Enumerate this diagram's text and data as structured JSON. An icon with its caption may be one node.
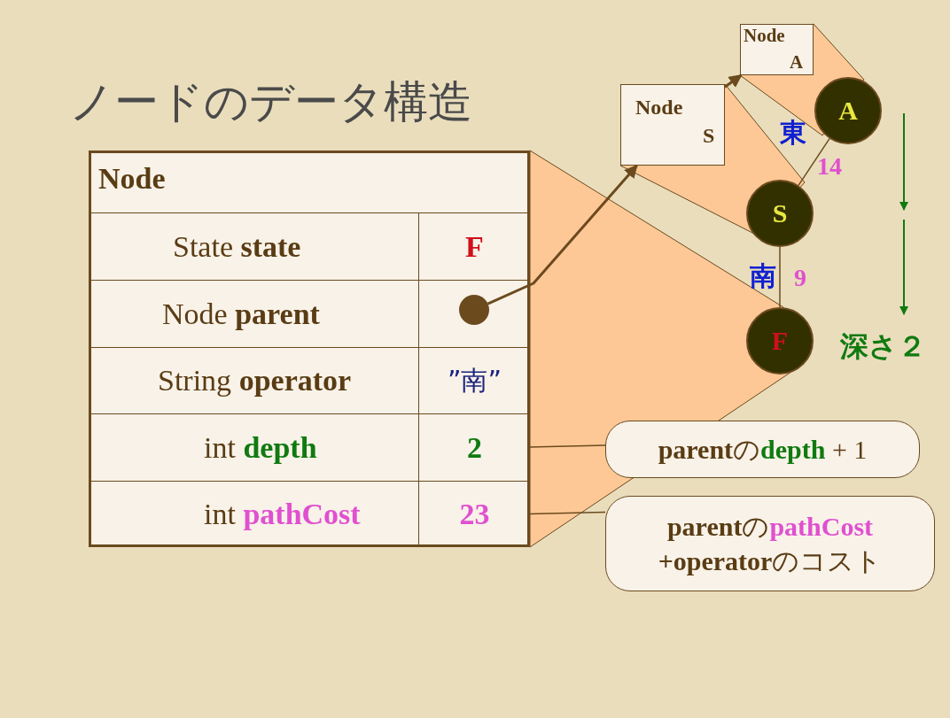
{
  "diagram": {
    "title": "ノードのデータ構造",
    "nodes": [
      {
        "text": [
          "Node"
        ]
      },
      {
        "text": [
          "State **state**"
        ],
        "in": 0
      },
      {
        "text": [
          "F"
        ],
        "in": 0
      },
      {
        "text": [
          "Node **parent**"
        ],
        "in": 0
      },
      {
        "text": [],
        "shape": "box",
        "in": 0
      },
      {
        "text": [],
        "shape": "circle",
        "in": 4
      },
      {
        "text": [
          "String **operator**"
        ],
        "in": 0
      },
      {
        "text": [
          "”南”"
        ],
        "in": 0
      },
      {
        "text": [
          "int **depth**"
        ],
        "in": 0
      },
      {
        "text": [
          "2"
        ],
        "in": 0
      },
      {
        "text": [
          "int **pathCost**"
        ],
        "in": 0
      },
      {
        "text": [
          "23"
        ],
        "in": 0
      },
      {
        "text": [
          "Node",
          "S"
        ]
      },
      {
        "text": [
          "Node",
          "A"
        ]
      },
      {
        "text": [
          "A"
        ]
      },
      {
        "text": [
          "S"
        ]
      },
      {
        "text": [
          "F"
        ]
      },
      {
        "text": [
          "**parent**の**depth** + 1"
        ]
      },
      {
        "text": [
          "**parent**の**pathCost** **+operator**のコスト"
        ]
      }
    ],
    "edges": [
      {
        "from": 5,
        "to": 12,
        "arrow": "to"
      },
      {
        "from": 12,
        "to": 13,
        "arrow": "to"
      },
      {
        "from": 14,
        "to": 15,
        "arrow": "none",
        "label": "東"
      },
      {
        "from": 15,
        "to": 16,
        "arrow": "none",
        "label": "南"
      },
      {
        "from": 17,
        "to": 9,
        "arrow": "none"
      },
      {
        "from": 18,
        "to": 11,
        "arrow": "none"
      }
    ],
    "labels": [
      "14",
      "9",
      "深さ２"
    ]
  }
}
